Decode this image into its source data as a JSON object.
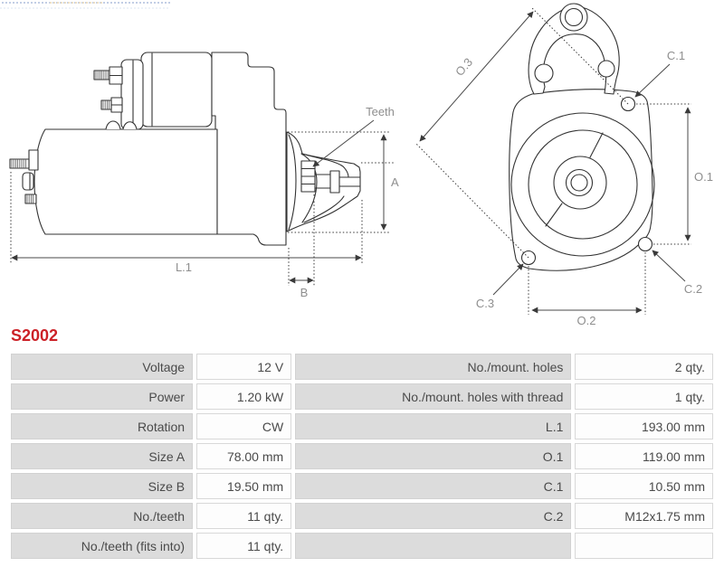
{
  "part_number": "S2002",
  "accent_color": "#cc2127",
  "diagram": {
    "labels": {
      "teeth": "Teeth",
      "A": "A",
      "B": "B",
      "L1": "L.1",
      "O1": "O.1",
      "O2": "O.2",
      "O3": "O.3",
      "C1": "C.1",
      "C2": "C.2",
      "C3": "C.3"
    }
  },
  "specs": {
    "rows": [
      {
        "label_left": "Voltage",
        "value_left": "12 V",
        "label_right": "No./mount. holes",
        "value_right": "2 qty."
      },
      {
        "label_left": "Power",
        "value_left": "1.20 kW",
        "label_right": "No./mount. holes with thread",
        "value_right": "1 qty."
      },
      {
        "label_left": "Rotation",
        "value_left": "CW",
        "label_right": "L.1",
        "value_right": "193.00 mm"
      },
      {
        "label_left": "Size A",
        "value_left": "78.00 mm",
        "label_right": "O.1",
        "value_right": "119.00 mm"
      },
      {
        "label_left": "Size B",
        "value_left": "19.50 mm",
        "label_right": "C.1",
        "value_right": "10.50 mm"
      },
      {
        "label_left": "No./teeth",
        "value_left": "11 qty.",
        "label_right": "C.2",
        "value_right": "M12x1.75 mm"
      },
      {
        "label_left": "No./teeth (fits into)",
        "value_left": "11 qty.",
        "label_right": "",
        "value_right": ""
      }
    ]
  }
}
